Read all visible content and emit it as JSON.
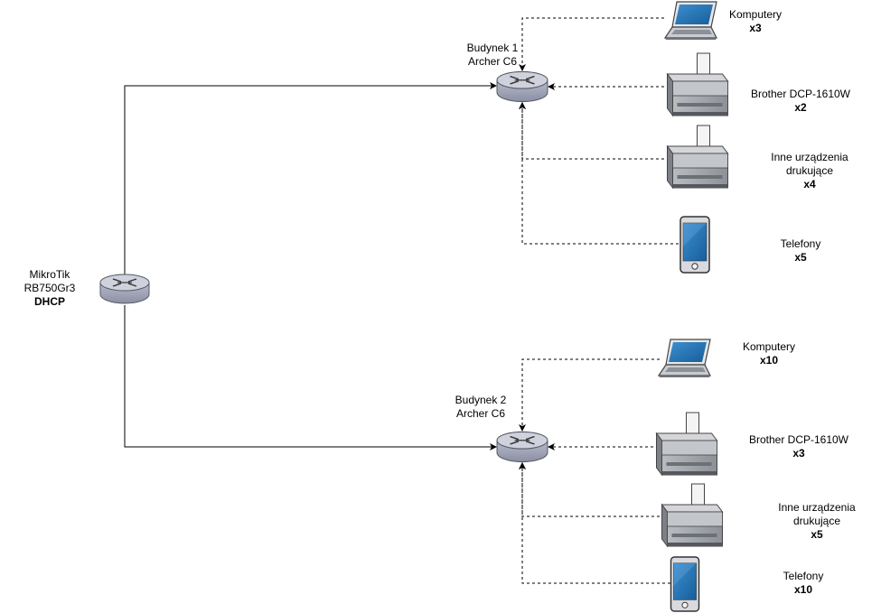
{
  "core": {
    "name": "MikroTik",
    "model": "RB750Gr3",
    "role": "DHCP"
  },
  "buildings": [
    {
      "name": "Budynek 1",
      "model": "Archer C6",
      "devices": [
        {
          "type": "laptop",
          "label": "Komputery",
          "count": "x3"
        },
        {
          "type": "printer",
          "label": "Brother DCP-1610W",
          "count": "x2"
        },
        {
          "type": "printer",
          "label": "Inne urządzenia drukujące",
          "label_line1": "Inne urządzenia",
          "label_line2": "drukujące",
          "count": "x4"
        },
        {
          "type": "phone",
          "label": "Telefony",
          "count": "x5"
        }
      ]
    },
    {
      "name": "Budynek 2",
      "model": "Archer C6",
      "devices": [
        {
          "type": "laptop",
          "label": "Komputery",
          "count": "x10"
        },
        {
          "type": "printer",
          "label": "Brother DCP-1610W",
          "count": "x3"
        },
        {
          "type": "printer",
          "label": "Inne urządzenia drukujące",
          "label_line1": "Inne urządzenia",
          "label_line2": "drukujące",
          "count": "x5"
        },
        {
          "type": "phone",
          "label": "Telefony",
          "count": "x10"
        }
      ]
    }
  ],
  "icons": {
    "router": "router-icon",
    "laptop": "laptop-icon",
    "printer": "printer-icon",
    "phone": "phone-icon"
  },
  "colors": {
    "line": "#000000",
    "router_top": "#c9ccd8",
    "router_body": "#9a9eb0",
    "device_gray": "#9ea2a8",
    "screen_blue": "#1f6fb2"
  }
}
